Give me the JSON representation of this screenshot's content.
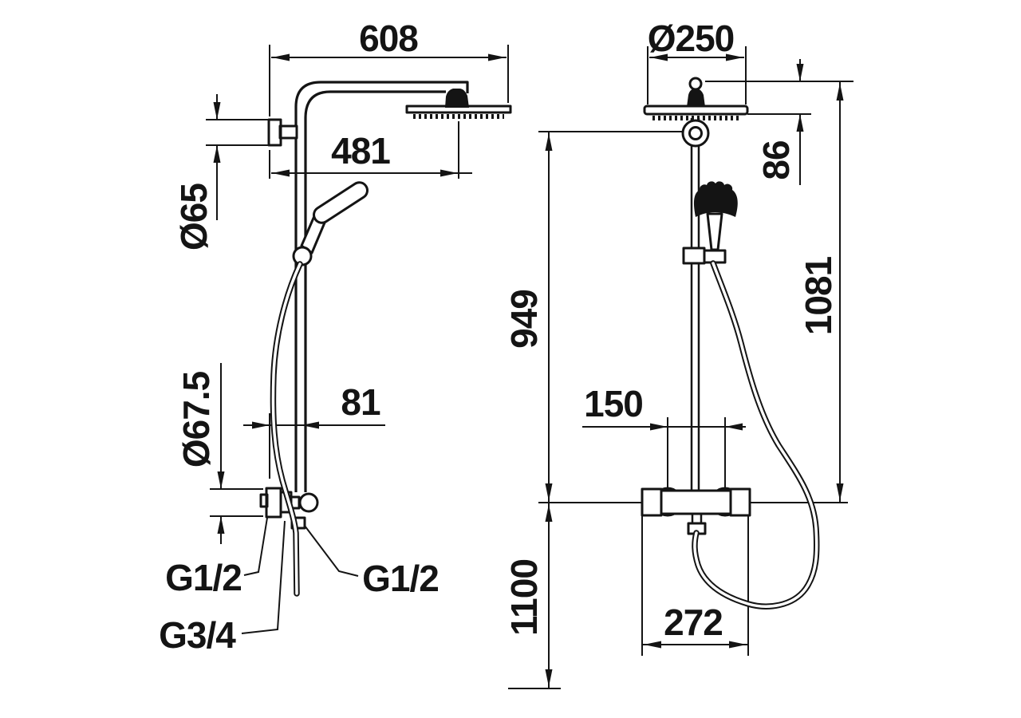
{
  "style": {
    "line_color": "#141414",
    "background": "#ffffff"
  },
  "side_view": {
    "dim_arm_reach": "608",
    "dim_head_offset": "481",
    "dim_bracket_dia": "Ø65",
    "dim_rail_offset": "81",
    "dim_flange_dia": "Ø67.5",
    "label_wall_conn": "G1/2",
    "label_outlet_conn": "G3/4",
    "label_hose_conn": "G1/2"
  },
  "front_view": {
    "dim_head_dia": "Ø250",
    "dim_head_drop": "86",
    "dim_rail_length": "949",
    "dim_total_height": "1081",
    "dim_conn_spacing": "150",
    "dim_valve_width": "272",
    "dim_mount_height": "1100"
  }
}
